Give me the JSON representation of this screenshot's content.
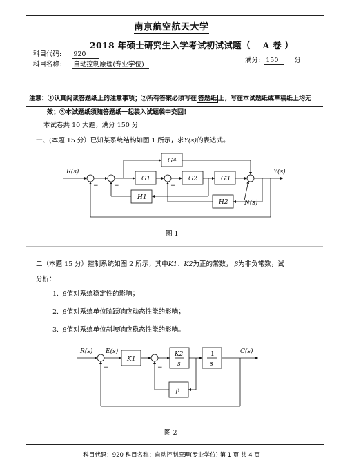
{
  "header": {
    "university": "南京航空航天大学",
    "exam_title": "2018 年硕士研究生入学考试初试试题（",
    "paper_code": "A 卷 ）",
    "subject_code_label": "科目代码:",
    "subject_code": "920",
    "subject_name_label": "科目名称:",
    "subject_name": "自动控制原理(专业学位)",
    "full_score_label": "满分:",
    "full_score": "150",
    "score_unit": "分"
  },
  "notice": {
    "label": "注意：",
    "line1_a": "①认真阅读答题纸上的注意事项；②所有答案必须写在",
    "line1_box": "答题纸",
    "line1_b": "上，写在本试题纸或草稿纸上均无",
    "line2": "效；③本试题纸须随答题纸一起装入试题袋中交回！"
  },
  "intro": "本试卷共 10 大题，满分 150 分",
  "q1": {
    "text_a": "一、(本题 15 分）已知某系统结构如图 1 所示，求",
    "text_y": "Y(s)",
    "text_b": "的表达式。",
    "caption": "图 1",
    "diagram": {
      "input": "R(s)",
      "output": "Y(s)",
      "noise": "N(s)",
      "g1": "G1",
      "g2": "G2",
      "g3": "G3",
      "g4": "G4",
      "h1": "H1",
      "h2": "H2",
      "minus": "−"
    }
  },
  "q2": {
    "line1_a": "二（本题 15 分）控制系统如图 2 所示，其中",
    "k1": "K1",
    "sep": "、",
    "k2": "K2",
    "line1_b": "为正的常数，",
    "beta": "β",
    "line1_c": "为非负常数，试",
    "line2": "分析：",
    "items": [
      {
        "num": "1.",
        "beta": "β",
        "text": "值对系统稳定性的影响；"
      },
      {
        "num": "2.",
        "beta": "β",
        "text": "值对系统单位阶跃响应动态性能的影响；"
      },
      {
        "num": "3.",
        "beta": "β",
        "text": "值对系统单位斜坡响应稳态性能的影响。"
      }
    ],
    "caption": "图 2",
    "diagram": {
      "input": "R(s)",
      "error": "E(s)",
      "output": "C(s)",
      "k1": "K1",
      "k2": "K2",
      "s": "s",
      "one": "1",
      "beta": "β",
      "minus": "−"
    }
  },
  "footer": "科目代码：920 科目名称：自动控制原理(专业学位)  第 1 页  共 4 页"
}
